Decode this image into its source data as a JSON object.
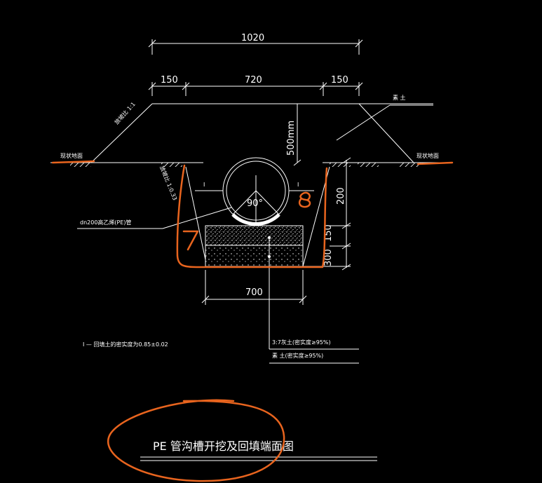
{
  "dimensions": {
    "top_width": "1020",
    "left_shoulder": "150",
    "middle_width": "720",
    "right_shoulder": "150",
    "depth": "500mm",
    "bottom_width": "700",
    "side_200": "200",
    "side_150": "150",
    "side_300": "300",
    "angle": "90°"
  },
  "labels": {
    "slope_top": "放坡比 1:1",
    "slope_bottom": "放坡比 1:0.33",
    "ground_left": "现状地面",
    "ground_right": "现状地面",
    "fill_soil": "素 土",
    "pipe": "dn200高乙烯(PE)管",
    "section_left": "I",
    "section_right": "I",
    "note": "I — 回填土的密实度为0.85±0.02",
    "layer_1": "3:7灰土(密实度≥95%)",
    "layer_2": "素 土(密实度≥95%)",
    "title": "PE 管沟槽开挖及回填端面图"
  },
  "annotations": {
    "number_7": "7",
    "number_8": "8"
  },
  "colors": {
    "background": "#000000",
    "line": "#ffffff",
    "annotation": "#e8641e"
  }
}
